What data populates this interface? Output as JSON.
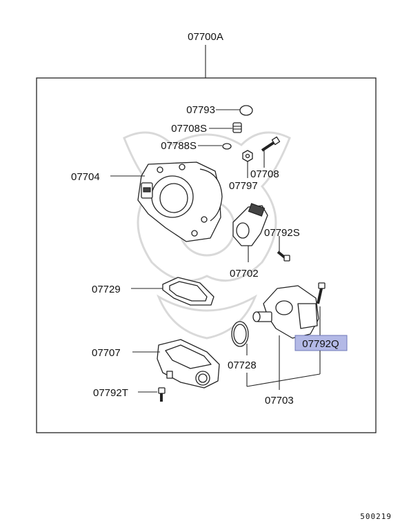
{
  "assembly": {
    "code": "07700A"
  },
  "parts": {
    "p07793": "07793",
    "p07708S": "07708S",
    "p07788S": "07788S",
    "p07708": "07708",
    "p07704": "07704",
    "p07797": "07797",
    "p07792S": "07792S",
    "p07702": "07702",
    "p07729": "07729",
    "p07792Q": "07792Q",
    "p07707": "07707",
    "p07728": "07728",
    "p07792T": "07792T",
    "p07703": "07703"
  },
  "highlighted_part": "07792Q",
  "colors": {
    "highlight": "#b3b9e6",
    "line": "#222222",
    "watermark": "#d9d9d9"
  },
  "footer": {
    "catalog_number": "500219"
  }
}
